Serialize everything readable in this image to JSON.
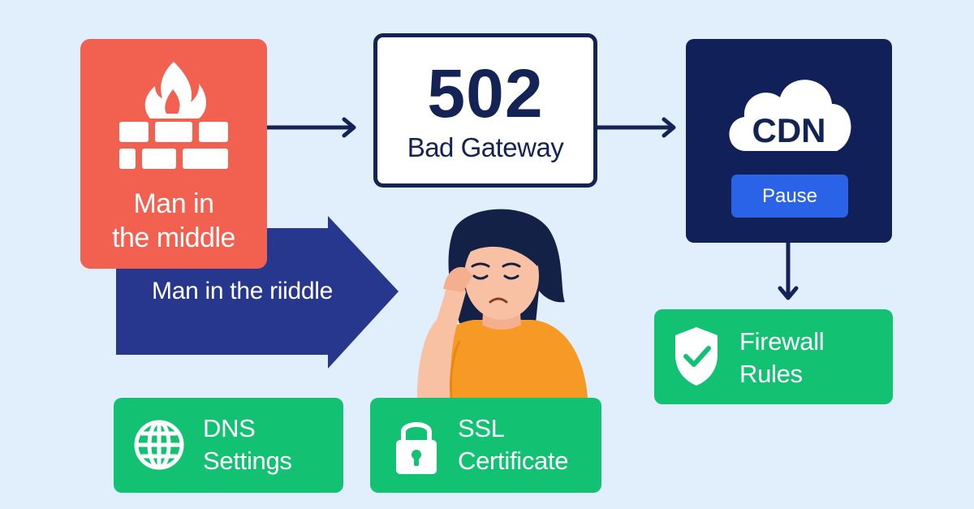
{
  "nodes": {
    "firewall": {
      "lines": [
        "Man in",
        "the middle"
      ]
    },
    "arrow": {
      "label": "Man in the riiddle"
    },
    "error": {
      "code": "502",
      "text": "Bad Gateway"
    },
    "cdn": {
      "label": "CDN",
      "button": "Pause"
    },
    "firewall_rules": {
      "lines": [
        "Firewall",
        "Rules"
      ]
    },
    "dns": {
      "lines": [
        "DNS",
        "Settings"
      ]
    },
    "ssl": {
      "lines": [
        "SSL",
        "Certificate"
      ]
    }
  },
  "icons": {
    "firewall_card": [
      "flame-icon",
      "brick-wall-icon"
    ],
    "cdn_card": "cloud-icon",
    "firewall_rules_card": "shield-check-icon",
    "dns_card": "globe-icon",
    "ssl_card": "padlock-icon",
    "illustration": "frustrated-person-illustration"
  },
  "colors": {
    "background": "#e1effc",
    "firewall_red": "#f26050",
    "arrow_blue": "#27378e",
    "navy": "#142356",
    "cdn_navy": "#12205a",
    "pause_blue": "#2a63e8",
    "green": "#12c172",
    "shirt_orange": "#f79a25"
  }
}
